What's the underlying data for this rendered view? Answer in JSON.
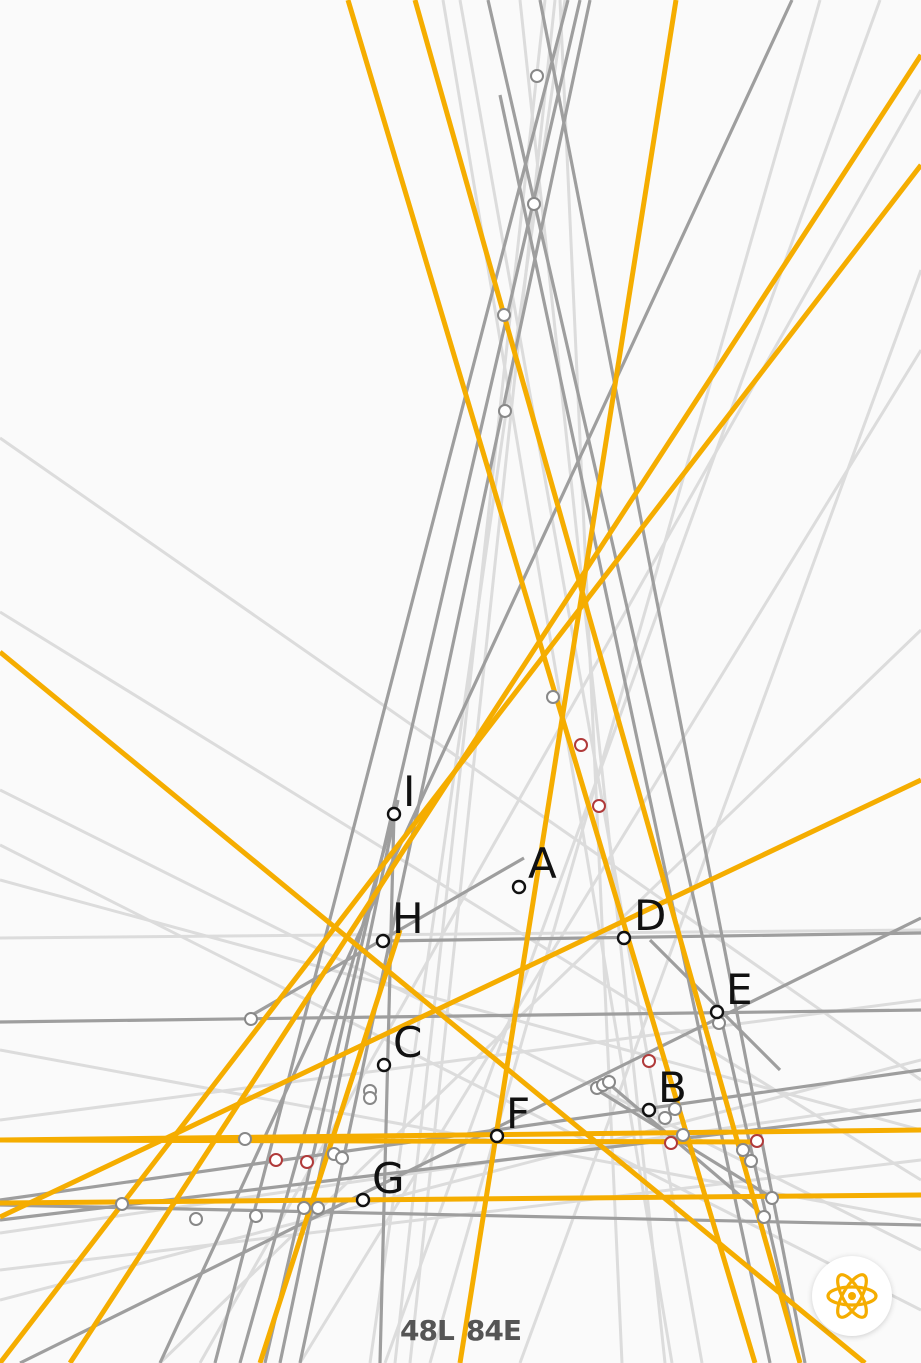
{
  "colors": {
    "background": "#fafafa",
    "construction_line": "#f5ad00",
    "given_line_dark": "#9e9e9e",
    "given_line_light": "#dcdcdc",
    "point_fill": "#ffffff",
    "point_stroke_labeled": "#111111",
    "point_stroke_given": "#888888",
    "point_stroke_hint": "#b03a3a"
  },
  "points": [
    {
      "label": "A"
    },
    {
      "label": "B"
    },
    {
      "label": "C"
    },
    {
      "label": "D"
    },
    {
      "label": "E"
    },
    {
      "label": "F"
    },
    {
      "label": "G"
    },
    {
      "label": "H"
    },
    {
      "label": "I"
    }
  ],
  "status": {
    "lines_count": "48L",
    "elements_count": "84E"
  },
  "hint_button": {
    "icon": "atom-icon"
  }
}
